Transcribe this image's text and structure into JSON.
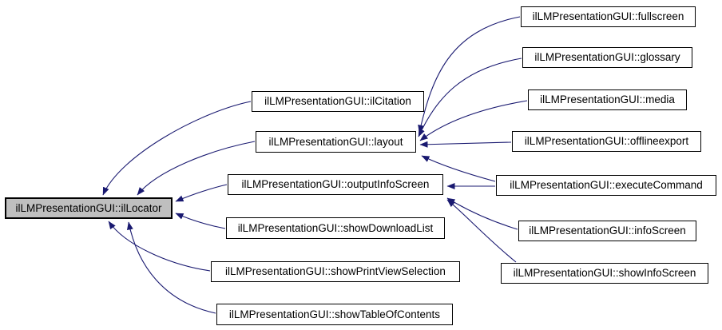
{
  "diagram": {
    "type": "doxygen-caller-graph",
    "highlighted_node": "ilLMPresentationGUI::ilLocator",
    "colors": {
      "edge": "#191970",
      "node_border": "#000000",
      "node_fill": "#ffffff",
      "highlight_fill": "#bfbfbf",
      "background": "#ffffff"
    },
    "nodes": {
      "ilLocator": {
        "label": "ilLMPresentationGUI::ilLocator"
      },
      "ilCitation": {
        "label": "ilLMPresentationGUI::ilCitation"
      },
      "layout": {
        "label": "ilLMPresentationGUI::layout"
      },
      "outputInfoScreen": {
        "label": "ilLMPresentationGUI::outputInfoScreen"
      },
      "showDownloadList": {
        "label": "ilLMPresentationGUI::showDownloadList"
      },
      "showPrintViewSelection": {
        "label": "ilLMPresentationGUI::showPrintViewSelection"
      },
      "showTableOfContents": {
        "label": "ilLMPresentationGUI::showTableOfContents"
      },
      "fullscreen": {
        "label": "ilLMPresentationGUI::fullscreen"
      },
      "glossary": {
        "label": "ilLMPresentationGUI::glossary"
      },
      "media": {
        "label": "ilLMPresentationGUI::media"
      },
      "offlineexport": {
        "label": "ilLMPresentationGUI::offlineexport"
      },
      "executeCommand": {
        "label": "ilLMPresentationGUI::executeCommand"
      },
      "infoScreen": {
        "label": "ilLMPresentationGUI::infoScreen"
      },
      "showInfoScreen": {
        "label": "ilLMPresentationGUI::showInfoScreen"
      }
    },
    "edges": [
      {
        "from": "ilLMPresentationGUI::ilCitation",
        "to": "ilLMPresentationGUI::ilLocator"
      },
      {
        "from": "ilLMPresentationGUI::layout",
        "to": "ilLMPresentationGUI::ilLocator"
      },
      {
        "from": "ilLMPresentationGUI::outputInfoScreen",
        "to": "ilLMPresentationGUI::ilLocator"
      },
      {
        "from": "ilLMPresentationGUI::showDownloadList",
        "to": "ilLMPresentationGUI::ilLocator"
      },
      {
        "from": "ilLMPresentationGUI::showPrintViewSelection",
        "to": "ilLMPresentationGUI::ilLocator"
      },
      {
        "from": "ilLMPresentationGUI::showTableOfContents",
        "to": "ilLMPresentationGUI::ilLocator"
      },
      {
        "from": "ilLMPresentationGUI::fullscreen",
        "to": "ilLMPresentationGUI::layout"
      },
      {
        "from": "ilLMPresentationGUI::glossary",
        "to": "ilLMPresentationGUI::layout"
      },
      {
        "from": "ilLMPresentationGUI::media",
        "to": "ilLMPresentationGUI::layout"
      },
      {
        "from": "ilLMPresentationGUI::offlineexport",
        "to": "ilLMPresentationGUI::layout"
      },
      {
        "from": "ilLMPresentationGUI::executeCommand",
        "to": "ilLMPresentationGUI::layout"
      },
      {
        "from": "ilLMPresentationGUI::executeCommand",
        "to": "ilLMPresentationGUI::outputInfoScreen"
      },
      {
        "from": "ilLMPresentationGUI::infoScreen",
        "to": "ilLMPresentationGUI::outputInfoScreen"
      },
      {
        "from": "ilLMPresentationGUI::showInfoScreen",
        "to": "ilLMPresentationGUI::outputInfoScreen"
      }
    ]
  }
}
